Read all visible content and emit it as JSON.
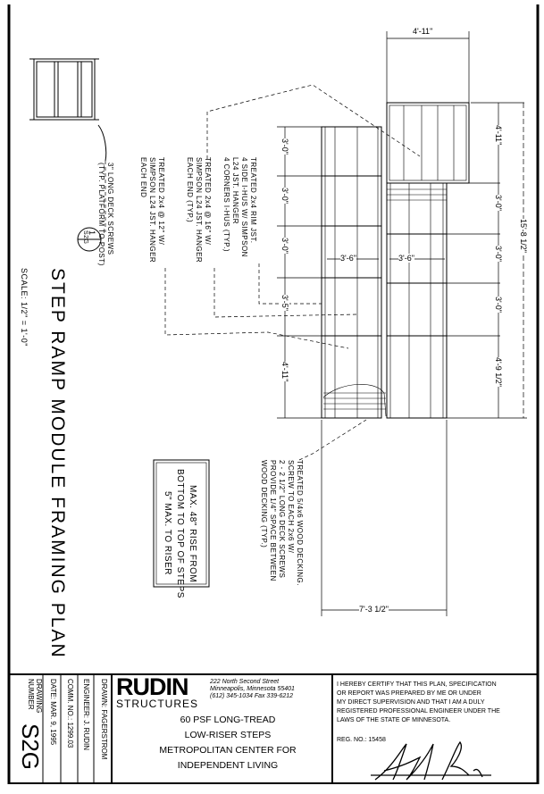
{
  "drawing": {
    "title": "STEP RAMP MODULE FRAMING PLAN",
    "scale": "SCALE: 1/2\" = 1'-0\"",
    "detail_callout": {
      "number": "1",
      "sheet": "S2G"
    },
    "notes": {
      "rim_joist": [
        "TREATED 2x4 RIM JST.",
        "4 SIDE I-HUS W/ SIMPSON",
        "L24 JST. HANGER",
        "4 CORNERS I-HUS (TYP.)"
      ],
      "joist_16": [
        "TREATED 2x4 @ 16\" W/",
        "SIMPSON L24 JST. HANGER",
        "EACH END (TYP.)"
      ],
      "joist_12": [
        "TREATED 2x4 @ 12\" W/",
        "SIMPSON L24 JST. HANGER",
        "EACH END"
      ],
      "screws": [
        "3\" LONG DECK SCREWS",
        "(TYP. PLATFORM TO POST)"
      ],
      "max_rise": [
        "MAX. 48\" RISE FROM",
        "BOTTOM TO TOP OF STEPS",
        "5\" MAX. TO RISER"
      ],
      "decking": [
        "TREATED 5/4x6 WOOD DECKING.",
        "SCREW TO EACH 2x6 W/",
        "2 - 2 1/2\" LONG DECK SCREWS",
        "PROVIDE 1/4\" SPACE BETWEEN",
        "WOOD DECKING (TYP.)"
      ]
    },
    "dimensions": {
      "top": "4'-11\"",
      "right": [
        "4'-11\"",
        "3'-0\"",
        "3'-0\"",
        "3'-0\"",
        "4'-9 1/2\""
      ],
      "overall": "15'-8 1/2\"",
      "left": [
        "3'-0\"",
        "3'-0\"",
        "3'-0\"",
        "3'-5\"",
        "4'-11\""
      ],
      "middle": [
        "3'-6\"",
        "3'-6\""
      ],
      "bottom": "7'-3 1/2\""
    }
  },
  "title_block": {
    "drawing_number_label": "DRAWING NUMBER",
    "drawing_number": "S2G",
    "date": "DATE: MAR. 9, 1995",
    "comm_no": "COMM. NO.: 1299.03",
    "engineer": "ENGINEER: J. RUDIN",
    "drawn": "DRAWN: FAGERSTROM",
    "company_logo": "RUDIN",
    "company_sub": "STRUCTURES",
    "address": [
      "222 North Second Street",
      "Minneapolis, Minnesota 55401",
      "(612) 345-1034   Fax 339-6212"
    ],
    "project": [
      "60 PSF LONG-TREAD",
      "LOW-RISER STEPS",
      "METROPOLITAN CENTER FOR",
      "INDEPENDENT LIVING"
    ],
    "certification": [
      "I HEREBY CERTIFY THAT THIS PLAN, SPECIFICATION",
      "OR REPORT WAS PREPARED BY ME OR UNDER",
      "MY DIRECT SUPERVISION AND THAT I AM A DULY",
      "REGISTERED PROFESSIONAL ENGINEER UNDER THE",
      "LAWS OF THE STATE OF MINNESOTA."
    ],
    "reg_no": "REG. NO.: 15458"
  }
}
